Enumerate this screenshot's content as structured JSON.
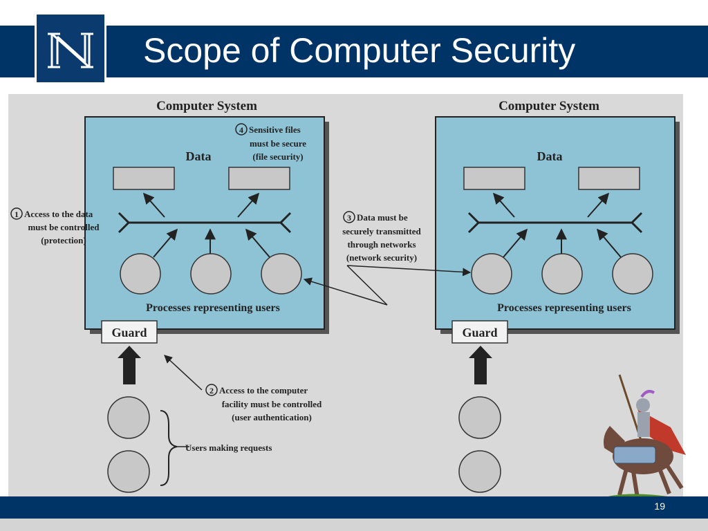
{
  "slide": {
    "title": "Scope of Computer Security",
    "page_number": "19",
    "logo_letter": "N"
  },
  "diagram": {
    "left_system": {
      "title": "Computer System",
      "data_label": "Data",
      "processes_label": "Processes representing users",
      "guard_label": "Guard"
    },
    "right_system": {
      "title": "Computer System",
      "data_label": "Data",
      "processes_label": "Processes representing users",
      "guard_label": "Guard"
    },
    "annotations": {
      "a1": [
        "Access to the data",
        "must be controlled",
        "(protection)"
      ],
      "a2": [
        "Access to the computer",
        "facility must be controlled",
        "(user authentication)"
      ],
      "a3": [
        "Data must be",
        "securely transmitted",
        "through networks",
        "(network security)"
      ],
      "a4": [
        "Sensitive files",
        "must be secure",
        "(file security)"
      ]
    },
    "annotation_numbers": [
      "1",
      "2",
      "3",
      "4"
    ],
    "users_label": "Users making requests"
  },
  "colors": {
    "navy": "#003366",
    "box_fill": "#8ec3d6",
    "diagram_bg": "#d9d9d9"
  }
}
